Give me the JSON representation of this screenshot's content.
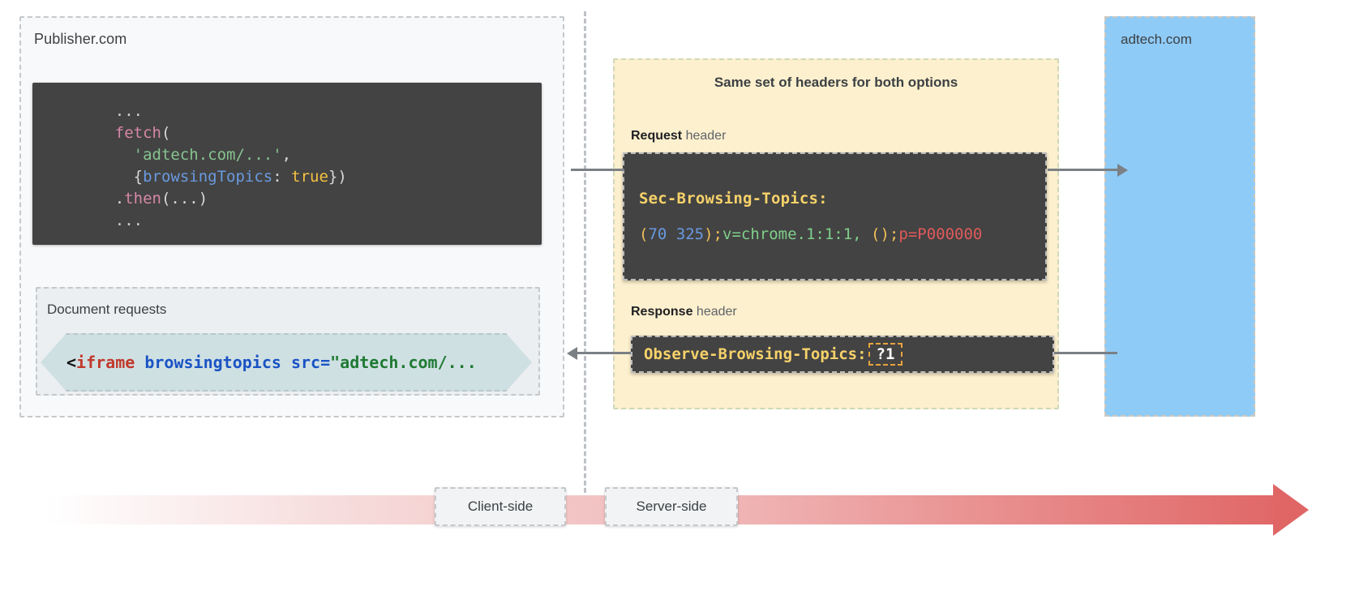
{
  "publisher": {
    "label": "Publisher.com",
    "code_lines": [
      {
        "indent": 0,
        "tokens": [
          {
            "t": "...",
            "c": "dots"
          }
        ]
      },
      {
        "indent": 0,
        "tokens": [
          {
            "t": "fetch",
            "c": "fn"
          },
          {
            "t": "(",
            "c": "punct"
          }
        ]
      },
      {
        "indent": 1,
        "tokens": [
          {
            "t": "'adtech.com/...'",
            "c": "str"
          },
          {
            "t": ",",
            "c": "punct"
          }
        ]
      },
      {
        "indent": 1,
        "tokens": [
          {
            "t": "{",
            "c": "punct"
          },
          {
            "t": "browsingTopics",
            "c": "prop"
          },
          {
            "t": ": ",
            "c": "punct"
          },
          {
            "t": "true",
            "c": "bool"
          },
          {
            "t": "})",
            "c": "punct"
          }
        ]
      },
      {
        "indent": 0,
        "tokens": [
          {
            "t": ".",
            "c": "punct"
          },
          {
            "t": "then",
            "c": "fn"
          },
          {
            "t": "(...)",
            "c": "punct"
          }
        ]
      },
      {
        "indent": 0,
        "tokens": [
          {
            "t": "...",
            "c": "dots"
          }
        ]
      }
    ],
    "code_plain": "    ...\n    fetch(\n      'adtech.com/...',\n      {browsingTopics: true})\n    .then(...)\n    ...",
    "document_requests": {
      "label": "Document requests",
      "snippet_parts": [
        {
          "t": "<",
          "c": "angle"
        },
        {
          "t": "iframe",
          "c": "tag"
        },
        {
          "t": " ",
          "c": "angle"
        },
        {
          "t": "browsingtopics src=",
          "c": "attr"
        },
        {
          "t": "\"adtech.com/...",
          "c": "val"
        }
      ],
      "snippet_plain": "<iframe browsingtopics src=\"adtech.com/..."
    }
  },
  "headers_panel": {
    "title": "Same set of headers for both options",
    "request": {
      "label_strong": "Request",
      "label_rest": " header",
      "header_name": "Sec-Browsing-Topics:",
      "value_parts": [
        {
          "t": "(",
          "c": "paren"
        },
        {
          "t": "70 325",
          "c": "num"
        },
        {
          "t": ")",
          "c": "paren"
        },
        {
          "t": ";",
          "c": "semi"
        },
        {
          "t": "v=chrome.1:1:1,",
          "c": "ver"
        },
        {
          "t": " ",
          "c": "ver"
        },
        {
          "t": "()",
          "c": "paren"
        },
        {
          "t": ";",
          "c": "semi"
        },
        {
          "t": "p=P000000",
          "c": "p"
        }
      ],
      "value_plain": "(70 325);v=chrome.1:1:1, ();p=P000000"
    },
    "response": {
      "label_strong": "Response",
      "label_rest": " header",
      "header_name": "Observe-Browsing-Topics:",
      "header_value": "?1"
    }
  },
  "adtech": {
    "label": "adtech.com"
  },
  "timeline": {
    "client_label": "Client-side",
    "server_label": "Server-side"
  },
  "colors": {
    "publisher_bg": "#f8f9fa",
    "headers_bg": "#fdf0ce",
    "adtech_bg": "#8fcbf7",
    "code_bg": "#434343",
    "hexagon_bg": "#cfe0e3",
    "accent_yellow": "#f7d26a",
    "accent_orange": "#e8a33d",
    "timeline_end": "#e06666",
    "arrow_gray": "#7b8085"
  }
}
